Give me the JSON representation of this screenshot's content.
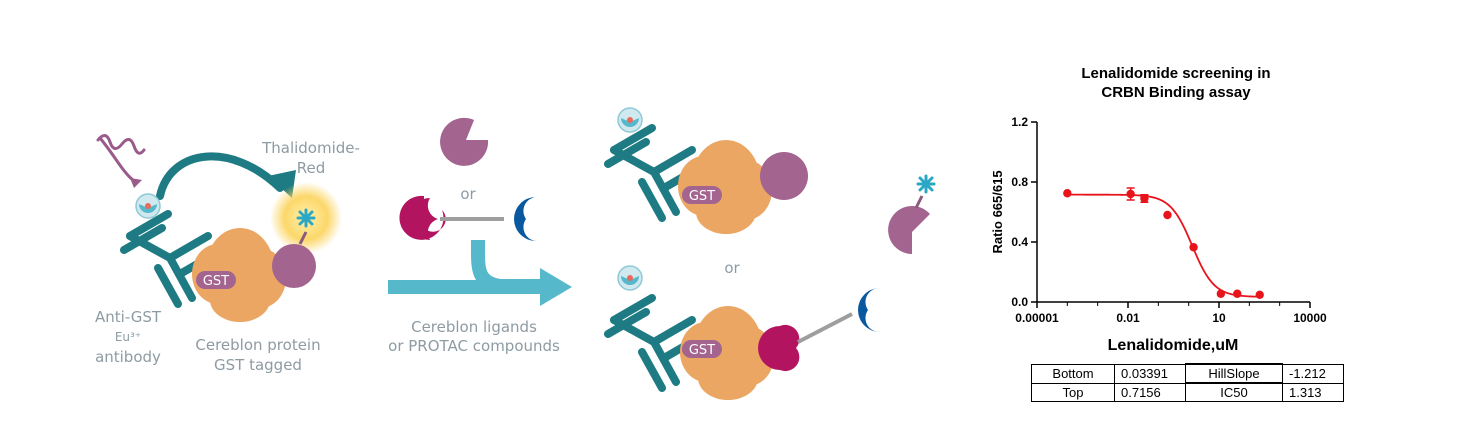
{
  "diagram": {
    "labels": {
      "thalidomide_red_line1": "Thalidomide-",
      "thalidomide_red_line2": "Red",
      "antibody_line1": "Anti-GST",
      "antibody_line2": "Eu³⁺",
      "antibody_line3": "antibody",
      "cereblon_line1": "Cereblon protein",
      "cereblon_line2": "GST tagged",
      "or_top": "or",
      "ligands_line1": "Cereblon ligands",
      "ligands_line2": "or PROTAC compounds",
      "or_right": "or",
      "gst_tag": "GST"
    },
    "colors": {
      "teal": "#1e7b83",
      "light_blue": "#56b8cb",
      "orange": "#eba663",
      "purple": "#a3648f",
      "magenta": "#b3145f",
      "navy": "#0a58a0",
      "glow": "#fcd35a",
      "wave": "#9a5a8a"
    }
  },
  "chart_data": {
    "type": "scatter",
    "title_line1": "Lenalidomide screening in",
    "title_line2": "CRBN Binding assay",
    "xlabel": "Lenalidomide,uM",
    "ylabel": "Ratio 665/615",
    "x_scale": "log",
    "xlim": [
      1e-05,
      10000
    ],
    "ylim": [
      0,
      1.2
    ],
    "x_ticks": [
      "0.00001",
      "0.01",
      "10",
      "10000"
    ],
    "y_ticks": [
      "0.0",
      "0.4",
      "0.8",
      "1.2"
    ],
    "color": "#e8141b",
    "points": [
      {
        "x": 0.0001,
        "y": 0.725,
        "err": 0.0
      },
      {
        "x": 0.0122,
        "y": 0.72,
        "err": 0.04
      },
      {
        "x": 0.0347,
        "y": 0.69,
        "err": 0.025
      },
      {
        "x": 0.2,
        "y": 0.58,
        "err": 0.0
      },
      {
        "x": 1.45,
        "y": 0.365,
        "err": 0.0
      },
      {
        "x": 11.5,
        "y": 0.055,
        "err": 0.0
      },
      {
        "x": 40,
        "y": 0.055,
        "err": 0.0
      },
      {
        "x": 220,
        "y": 0.048,
        "err": 0.0
      }
    ],
    "fit": {
      "bottom": 0.03391,
      "top": 0.7156,
      "hillslope": -1.212,
      "ic50": 1.313
    },
    "params_table": [
      {
        "key1": "Bottom",
        "val1": "0.03391",
        "key2": "HillSlope",
        "val2": "-1.212"
      },
      {
        "key1": "Top",
        "val1": "0.7156",
        "key2": "IC50",
        "val2": "1.313"
      }
    ]
  }
}
